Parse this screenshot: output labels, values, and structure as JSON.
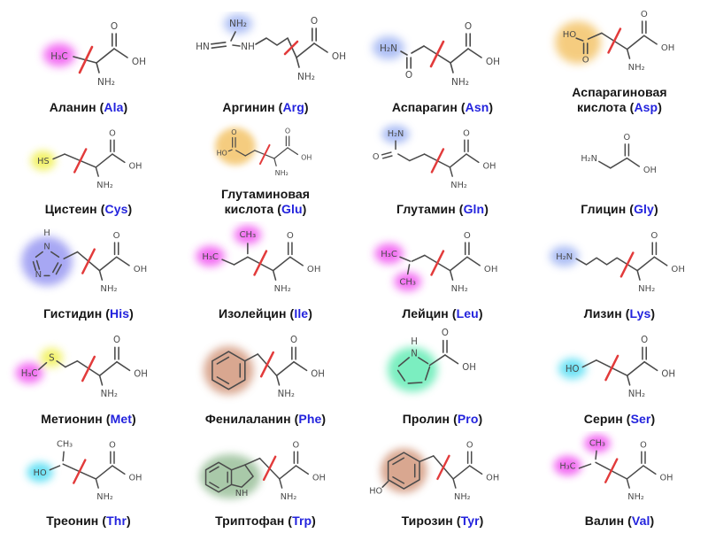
{
  "figure": {
    "kind": "amino-acid-structures-table",
    "rows": 5,
    "cols": 4
  },
  "punct": {
    "open": " (",
    "close": ")"
  },
  "colors": {
    "abbr_text": "#2323dd",
    "name_text": "#151515",
    "bond": "#4a4a4a",
    "slash": "#e23b3b",
    "background": "#ffffff",
    "glow": {
      "magenta": "#ee3cee",
      "blue": "#92a9f1",
      "violet": "#8a8af0",
      "orange": "#f2bc55",
      "yellow": "#eeee38",
      "tan": "#cd8a6c",
      "green": "#4fe9ab",
      "sage": "#8db88d",
      "cyan": "#3cd9f2"
    }
  },
  "amino_acids": [
    {
      "name_lines": [
        "Аланин"
      ],
      "abbr": "Ala",
      "bb": [
        104,
        58
      ],
      "slash": [
        99,
        40,
        85,
        69
      ],
      "draw": [
        [
          "g",
          62,
          49,
          18,
          13,
          "magenta"
        ],
        [
          "t",
          62,
          51,
          "H₃C"
        ],
        [
          "l",
          78,
          51,
          104,
          58
        ]
      ]
    },
    {
      "name_lines": [
        "Аргинин"
      ],
      "abbr": "Arg",
      "bb": [
        130,
        52
      ],
      "slash": [
        131,
        34,
        117,
        48
      ],
      "draw": [
        [
          "g",
          64,
          14,
          16,
          11,
          "blue"
        ],
        [
          "t",
          64,
          14,
          "NH₂"
        ],
        [
          "t",
          24,
          40,
          "HN"
        ],
        [
          "d",
          34,
          39,
          50,
          37
        ],
        [
          "l",
          56,
          33,
          61,
          23
        ],
        [
          "l",
          58,
          38,
          66,
          39
        ],
        [
          "t",
          75,
          40,
          "NH"
        ],
        [
          "p",
          [
            84,
            37,
            96,
            30,
            108,
            38,
            120,
            30,
            130,
            52
          ]
        ]
      ]
    },
    {
      "name_lines": [
        "Аспарагин"
      ],
      "abbr": "Asn",
      "bb": [
        104,
        58
      ],
      "slash": [
        96,
        34,
        82,
        62
      ],
      "draw": [
        [
          "g",
          34,
          41,
          18,
          13,
          "blue"
        ],
        [
          "t",
          34,
          42,
          "H₂N"
        ],
        [
          "l",
          48,
          45,
          55,
          49
        ],
        [
          "d",
          57,
          52,
          57,
          64
        ],
        [
          "t",
          57,
          72,
          "O"
        ],
        [
          "l",
          60,
          47,
          74,
          39
        ],
        [
          "l",
          74,
          39,
          104,
          58
        ]
      ]
    },
    {
      "name_lines": [
        "Аспарагиновая",
        "кислота"
      ],
      "abbr": "Asp",
      "bb": [
        104,
        58
      ],
      "slash": [
        96,
        34,
        82,
        62
      ],
      "draw": [
        [
          "g",
          46,
          50,
          27,
          25,
          "orange"
        ],
        [
          "t",
          36,
          41,
          "HO"
        ],
        [
          "l",
          44,
          45,
          52,
          48
        ],
        [
          "d",
          55,
          51,
          55,
          63
        ],
        [
          "t",
          55,
          71,
          "O"
        ],
        [
          "l",
          58,
          46,
          74,
          39
        ],
        [
          "l",
          74,
          39,
          104,
          58
        ]
      ]
    },
    {
      "name_lines": [
        "Цистеин"
      ],
      "abbr": "Cys",
      "bb": [
        104,
        58
      ],
      "slash": [
        92,
        36,
        78,
        64
      ],
      "draw": [
        [
          "g",
          40,
          50,
          15,
          12,
          "yellow"
        ],
        [
          "t",
          40,
          51,
          "HS"
        ],
        [
          "l",
          52,
          48,
          66,
          42
        ],
        [
          "l",
          66,
          42,
          104,
          58
        ]
      ]
    },
    {
      "name_lines": [
        "Глутаминовая",
        "кислота"
      ],
      "abbr": "Glu",
      "bb": [
        108,
        58
      ],
      "slash": [
        101,
        38,
        87,
        66
      ],
      "draw": [
        [
          "g",
          50,
          40,
          30,
          28,
          "orange"
        ],
        [
          "t",
          30,
          50,
          "HO"
        ],
        [
          "l",
          40,
          47,
          45,
          45
        ],
        [
          "d",
          48,
          41,
          48,
          27
        ],
        [
          "t",
          48,
          19,
          "O"
        ],
        [
          "l",
          51,
          46,
          65,
          54
        ],
        [
          "l",
          65,
          54,
          79,
          46
        ],
        [
          "l",
          79,
          46,
          108,
          58
        ]
      ]
    },
    {
      "name_lines": [
        "Глутамин"
      ],
      "abbr": "Gln",
      "bb": [
        104,
        58
      ],
      "slash": [
        96,
        36,
        82,
        64
      ],
      "draw": [
        [
          "g",
          38,
          18,
          17,
          11,
          "blue"
        ],
        [
          "t",
          38,
          18,
          "H₂N"
        ],
        [
          "t",
          14,
          46,
          "O"
        ],
        [
          "d",
          22,
          45,
          33,
          42
        ],
        [
          "l",
          38,
          26,
          38,
          36
        ],
        [
          "l",
          41,
          42,
          55,
          50
        ],
        [
          "l",
          55,
          50,
          73,
          42
        ],
        [
          "l",
          73,
          42,
          104,
          58
        ]
      ]
    },
    {
      "name_lines": [
        "Глицин"
      ],
      "abbr": "Gly",
      "draw": [
        [
          "t",
          58,
          48,
          "H₂N"
        ],
        [
          "l",
          70,
          51,
          84,
          59
        ],
        [
          "l",
          84,
          59,
          104,
          47
        ],
        [
          "d",
          104,
          44,
          104,
          30
        ],
        [
          "t",
          104,
          22,
          "O"
        ],
        [
          "l",
          104,
          47,
          119,
          57
        ],
        [
          "t",
          132,
          62,
          "OH"
        ]
      ]
    },
    {
      "name_lines": [
        "Гистидин"
      ],
      "abbr": "His",
      "bb": [
        108,
        58
      ],
      "slash": [
        102,
        33,
        88,
        61
      ],
      "draw": [
        [
          "g",
          46,
          47,
          30,
          29,
          "violet"
        ],
        [
          "t",
          46,
          14,
          "H"
        ],
        [
          "t",
          46,
          30,
          "N"
        ],
        [
          "t",
          36,
          63,
          "N"
        ],
        [
          "l",
          41,
          36,
          33,
          42
        ],
        [
          "d",
          32,
          47,
          35,
          57
        ],
        [
          "l",
          43,
          64,
          49,
          64
        ],
        [
          "d",
          55,
          61,
          61,
          50
        ],
        [
          "l",
          60,
          42,
          51,
          36
        ],
        [
          "l",
          66,
          44,
          82,
          36
        ],
        [
          "l",
          82,
          36,
          108,
          58
        ]
      ]
    },
    {
      "name_lines": [
        "Изолейцин"
      ],
      "abbr": "Ile",
      "bb": [
        104,
        58
      ],
      "slash": [
        96,
        35,
        82,
        63
      ],
      "draw": [
        [
          "g",
          74,
          16,
          16,
          11,
          "magenta"
        ],
        [
          "t",
          74,
          16,
          "CH₃"
        ],
        [
          "g",
          30,
          41,
          17,
          12,
          "magenta"
        ],
        [
          "t",
          30,
          42,
          "H₃C"
        ],
        [
          "l",
          44,
          45,
          58,
          51
        ],
        [
          "l",
          58,
          51,
          74,
          42
        ],
        [
          "l",
          74,
          38,
          74,
          26
        ],
        [
          "l",
          74,
          42,
          104,
          58
        ]
      ]
    },
    {
      "name_lines": [
        "Лейцин"
      ],
      "abbr": "Leu",
      "bb": [
        104,
        58
      ],
      "slash": [
        96,
        35,
        82,
        63
      ],
      "draw": [
        [
          "g",
          32,
          38,
          17,
          12,
          "magenta"
        ],
        [
          "t",
          32,
          39,
          "H₃C"
        ],
        [
          "g",
          54,
          71,
          16,
          11,
          "magenta"
        ],
        [
          "t",
          54,
          72,
          "CH₃"
        ],
        [
          "l",
          45,
          42,
          57,
          47
        ],
        [
          "l",
          56,
          51,
          54,
          62
        ],
        [
          "l",
          59,
          47,
          74,
          40
        ],
        [
          "l",
          74,
          40,
          104,
          58
        ]
      ]
    },
    {
      "name_lines": [
        "Лизин"
      ],
      "abbr": "Lys",
      "bb": [
        116,
        58
      ],
      "slash": [
        111,
        37,
        97,
        65
      ],
      "draw": [
        [
          "g",
          30,
          41,
          17,
          12,
          "blue"
        ],
        [
          "t",
          30,
          42,
          "H₂N"
        ],
        [
          "p",
          [
            44,
            44,
            56,
            51,
            68,
            43,
            80,
            51,
            92,
            43,
            116,
            58
          ]
        ]
      ]
    },
    {
      "name_lines": [
        "Метионин"
      ],
      "abbr": "Met",
      "bb": [
        108,
        58
      ],
      "slash": [
        102,
        36,
        88,
        64
      ],
      "draw": [
        [
          "g",
          26,
          55,
          16,
          12,
          "magenta"
        ],
        [
          "t",
          26,
          56,
          "H₃C"
        ],
        [
          "g",
          52,
          37,
          13,
          11,
          "yellow"
        ],
        [
          "t",
          52,
          38,
          "S"
        ],
        [
          "l",
          37,
          51,
          46,
          43
        ],
        [
          "l",
          58,
          41,
          68,
          48
        ],
        [
          "l",
          68,
          48,
          82,
          41
        ],
        [
          "l",
          82,
          41,
          108,
          58
        ]
      ]
    },
    {
      "name_lines": [
        "Фенилаланин"
      ],
      "abbr": "Phe",
      "bb": [
        108,
        58
      ],
      "slash": [
        104,
        31,
        90,
        59
      ],
      "draw": [
        [
          "g",
          52,
          52,
          29,
          28,
          "tan"
        ],
        [
          "hex",
          52,
          52,
          22
        ],
        [
          "l",
          71,
          41,
          86,
          33
        ],
        [
          "l",
          86,
          33,
          108,
          58
        ]
      ]
    },
    {
      "name_lines": [
        "Пролин"
      ],
      "abbr": "Pro",
      "draw": [
        [
          "g",
          60,
          51,
          29,
          26,
          "green"
        ],
        [
          "t",
          62,
          19,
          "H"
        ],
        [
          "t",
          62,
          33,
          "N"
        ],
        [
          "l",
          67,
          37,
          78,
          44
        ],
        [
          "l",
          80,
          48,
          75,
          63
        ],
        [
          "l",
          71,
          66,
          55,
          67
        ],
        [
          "l",
          51,
          64,
          43,
          52
        ],
        [
          "l",
          44,
          47,
          56,
          37
        ],
        [
          "l",
          80,
          46,
          98,
          34
        ],
        [
          "d",
          98,
          31,
          98,
          17
        ],
        [
          "t",
          98,
          9,
          "O"
        ],
        [
          "l",
          98,
          34,
          113,
          44
        ],
        [
          "t",
          126,
          49,
          "OH"
        ]
      ]
    },
    {
      "name_lines": [
        "Серин"
      ],
      "abbr": "Ser",
      "bb": [
        104,
        58
      ],
      "slash": [
        93,
        35,
        79,
        63
      ],
      "draw": [
        [
          "g",
          40,
          50,
          16,
          12,
          "cyan"
        ],
        [
          "t",
          40,
          51,
          "HO"
        ],
        [
          "l",
          52,
          48,
          68,
          40
        ],
        [
          "l",
          68,
          40,
          104,
          58
        ]
      ]
    },
    {
      "name_lines": [
        "Треонин"
      ],
      "abbr": "Thr",
      "bb": [
        104,
        58
      ],
      "slash": [
        91,
        35,
        77,
        63
      ],
      "draw": [
        [
          "t",
          66,
          16,
          "CH₃"
        ],
        [
          "g",
          36,
          50,
          16,
          12,
          "cyan"
        ],
        [
          "t",
          36,
          51,
          "HO"
        ],
        [
          "l",
          48,
          47,
          60,
          42
        ],
        [
          "l",
          64,
          36,
          65,
          25
        ],
        [
          "l",
          64,
          40,
          104,
          58
        ]
      ]
    },
    {
      "name_lines": [
        "Триптофан"
      ],
      "abbr": "Trp",
      "bb": [
        112,
        58
      ],
      "slash": [
        107,
        31,
        93,
        59
      ],
      "draw": [
        [
          "g",
          52,
          55,
          37,
          27,
          "sage"
        ],
        [
          "hex",
          38,
          56,
          18
        ],
        [
          "p",
          [
            54,
            47,
            70,
            41,
            80,
            55,
            66,
            68,
            54,
            65
          ]
        ],
        [
          "t",
          66,
          76,
          "NH"
        ],
        [
          "l",
          70,
          41,
          88,
          33
        ],
        [
          "l",
          88,
          33,
          112,
          58
        ]
      ]
    },
    {
      "name_lines": [
        "Тирозин"
      ],
      "abbr": "Tyr",
      "bb": [
        108,
        58
      ],
      "slash": [
        103,
        30,
        89,
        58
      ],
      "draw": [
        [
          "g",
          48,
          48,
          28,
          27,
          "tan"
        ],
        [
          "hex",
          48,
          48,
          22
        ],
        [
          "t",
          14,
          73,
          "HO"
        ],
        [
          "l",
          22,
          68,
          29,
          61
        ],
        [
          "l",
          67,
          37,
          84,
          30
        ],
        [
          "l",
          84,
          30,
          108,
          58
        ]
      ]
    },
    {
      "name_lines": [
        "Валин"
      ],
      "abbr": "Val",
      "bb": [
        104,
        58
      ],
      "slash": [
        92,
        34,
        78,
        62
      ],
      "draw": [
        [
          "g",
          68,
          15,
          16,
          11,
          "magenta"
        ],
        [
          "t",
          68,
          15,
          "CH₃"
        ],
        [
          "g",
          32,
          42,
          17,
          12,
          "magenta"
        ],
        [
          "t",
          32,
          43,
          "H₃C"
        ],
        [
          "l",
          46,
          45,
          60,
          40
        ],
        [
          "l",
          66,
          34,
          67,
          24
        ],
        [
          "l",
          66,
          38,
          104,
          58
        ]
      ]
    }
  ]
}
